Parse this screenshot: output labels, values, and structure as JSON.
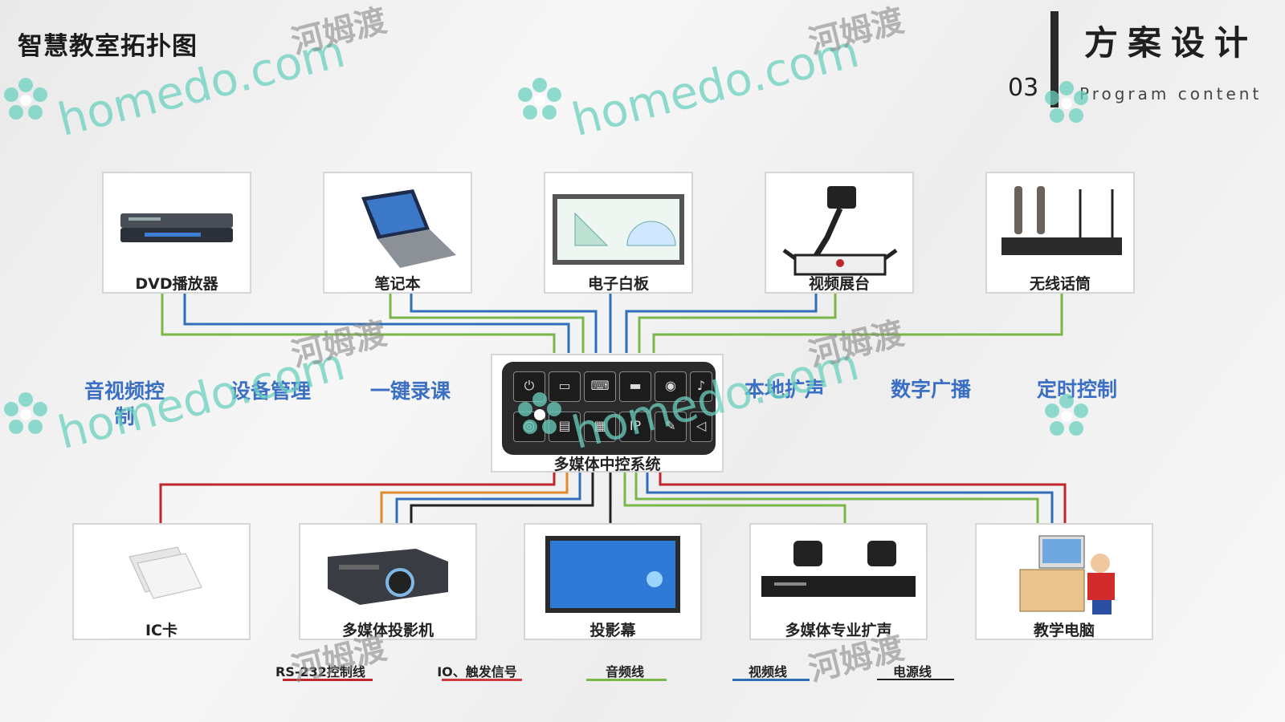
{
  "title": "智慧教室拓扑图",
  "section": {
    "number": "03",
    "title": "方案设计",
    "subtitle": "Program content"
  },
  "top_devices": [
    "DVD播放器",
    "笔记本",
    "电子白板",
    "视频展台",
    "无线话筒"
  ],
  "bottom_devices": [
    "IC卡",
    "多媒体投影机",
    "投影幕",
    "多媒体专业扩声",
    "教学电脑"
  ],
  "center": {
    "label": "多媒体中控系统",
    "panel_icons": [
      "power-icon",
      "computer-icon",
      "laptop-icon",
      "projector-icon",
      "camera-icon",
      "speaker-icon",
      "dvd-icon",
      "screen-icon",
      "ip-icon",
      "mic-icon",
      "volume-icon",
      "screen2-icon"
    ]
  },
  "features_left": [
    "音视频控制",
    "设备管理",
    "一键录课"
  ],
  "features_right": [
    "本地扩声",
    "数字广播",
    "定时控制"
  ],
  "legend": [
    {
      "label": "RS-232控制线",
      "color": "#c0272d"
    },
    {
      "label": "IO、触发信号",
      "color": "#d0393e"
    },
    {
      "label": "音频线",
      "color": "#7ab648"
    },
    {
      "label": "视频线",
      "color": "#2f6fba"
    },
    {
      "label": "电源线",
      "color": "#222222"
    }
  ],
  "colors": {
    "red": "#c0272d",
    "orange": "#e08a2e",
    "green": "#7ab648",
    "blue": "#2f6fba",
    "black": "#222222",
    "feature": "#3a6fc4"
  },
  "watermark": {
    "brand": "homedo",
    "domain": ".com",
    "cn": "河姆渡"
  }
}
